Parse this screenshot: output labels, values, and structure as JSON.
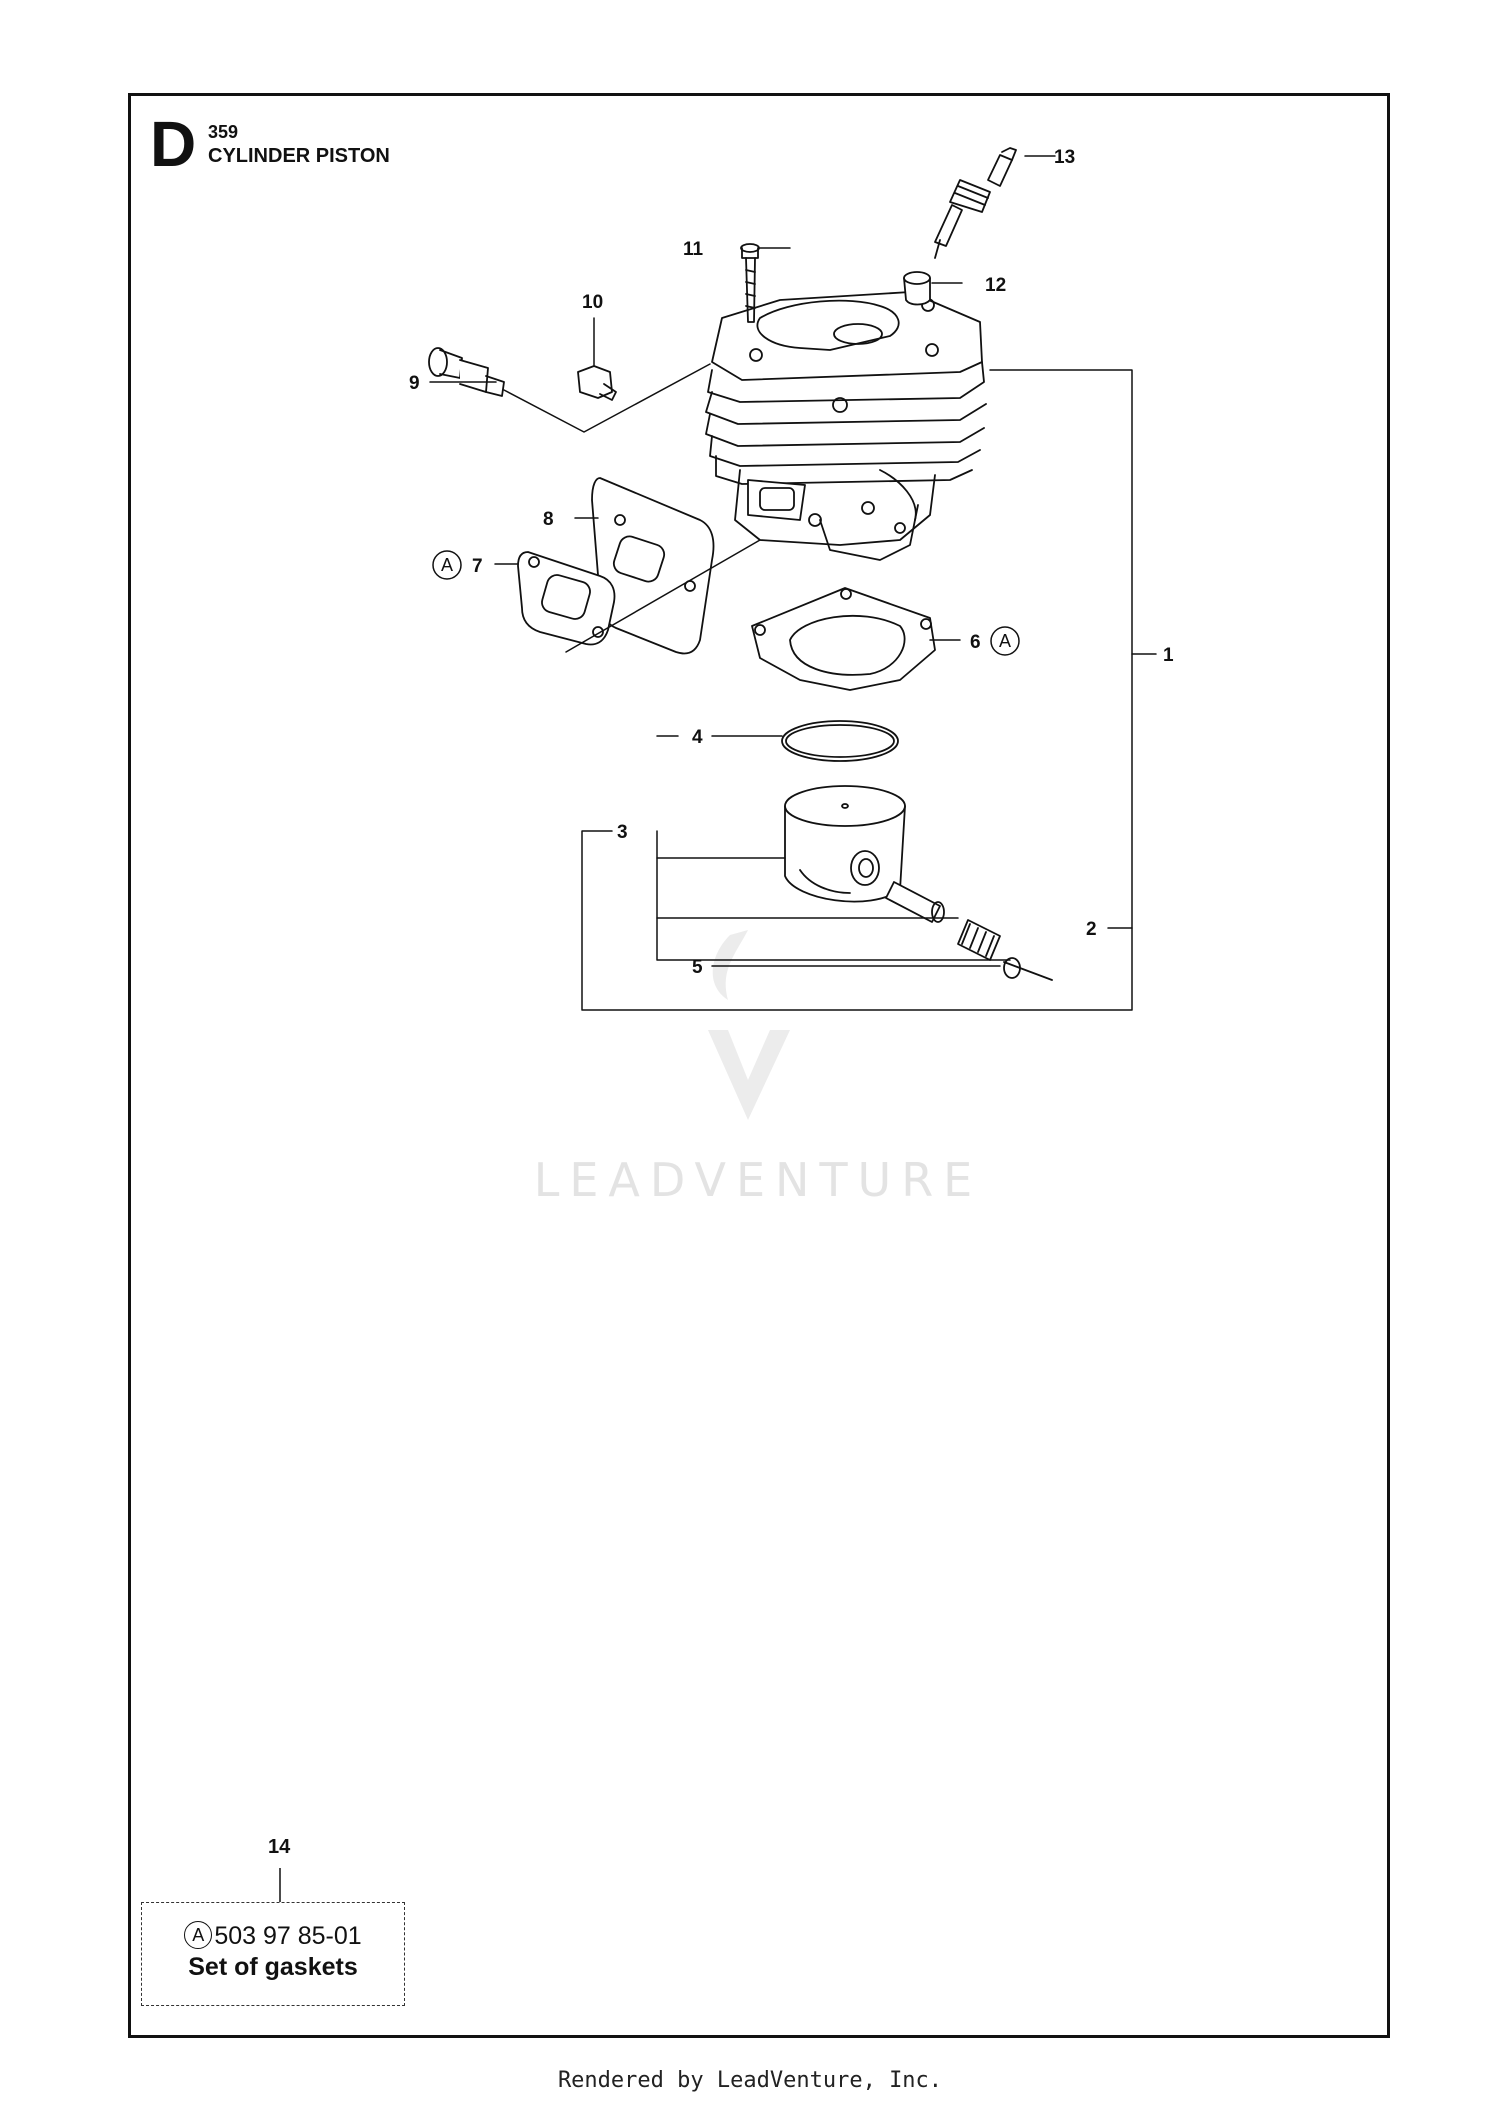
{
  "header": {
    "section_letter": "D",
    "model": "359",
    "title": "CYLINDER PISTON"
  },
  "callouts": {
    "c1": "1",
    "c2": "2",
    "c3": "3",
    "c4": "4",
    "c5": "5",
    "c6": "6",
    "c7": "7",
    "c8": "8",
    "c9": "9",
    "c10": "10",
    "c11": "11",
    "c12": "12",
    "c13": "13",
    "c14": "14"
  },
  "gasket_mark": "A",
  "kit": {
    "mark": "A",
    "part_number": "503 97 85-01",
    "description": "Set of gaskets"
  },
  "watermark": {
    "text": "LEADVENTURE"
  },
  "footer": {
    "text": "Rendered by LeadVenture, Inc."
  }
}
